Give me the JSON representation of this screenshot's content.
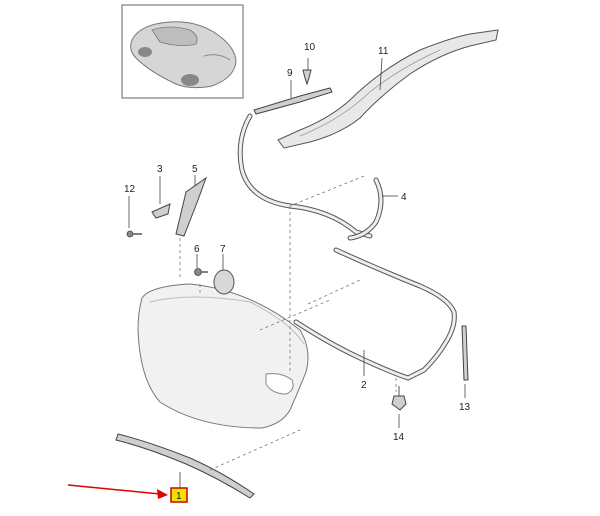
{
  "callouts": {
    "c1": "1",
    "c2": "2",
    "c3": "3",
    "c4": "4",
    "c5": "5",
    "c6": "6",
    "c7": "7",
    "c9": "9",
    "c10": "10",
    "c11": "11",
    "c12": "12",
    "c13": "13",
    "c14": "14"
  },
  "colors": {
    "highlight_box": "#f2e000",
    "highlight_border": "#d40000",
    "arrow": "#e00000"
  },
  "icons": {
    "thumbnail": "car-thumbnail-icon",
    "pointer": "red-arrow-icon"
  }
}
